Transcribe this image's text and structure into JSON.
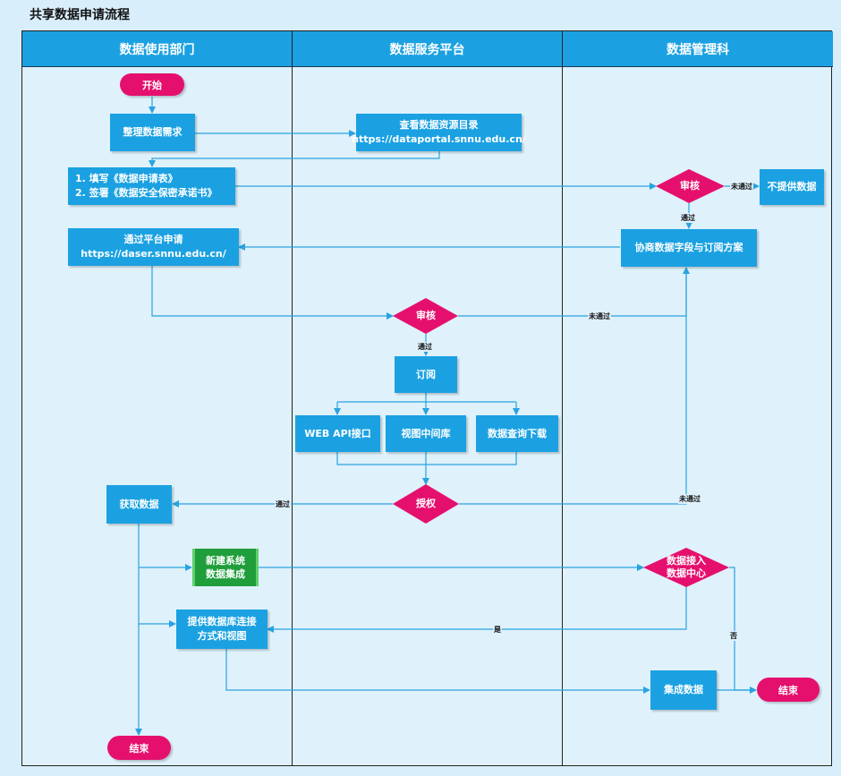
{
  "title": "共享数据申请流程",
  "lanes": [
    "数据使用部门",
    "数据服务平台",
    "数据管理科"
  ],
  "nodes": {
    "start": "开始",
    "organize": "整理数据需求",
    "catalog_line1": "查看数据资源目录",
    "catalog_line2": "https://dataportal.snnu.edu.cn/",
    "fill_line1": "1. 填写《数据申请表》",
    "fill_line2": "2. 签署《数据安全保密承诺书》",
    "review1": "审核",
    "no_provide": "不提供数据",
    "negotiate": "协商数据字段与订阅方案",
    "apply_line1": "通过平台申请",
    "apply_line2": "https://daser.snnu.edu.cn/",
    "review2": "审核",
    "subscribe": "订阅",
    "webapi": "WEB API接口",
    "viewdb": "视图中间库",
    "download": "数据查询下载",
    "authorize": "授权",
    "get_data": "获取数据",
    "new_sys_line1": "新建系统",
    "new_sys_line2": "数据集成",
    "access_line1": "数据接入",
    "access_line2": "数据中心",
    "provide_line1": "提供数据库连接",
    "provide_line2": "方式和视图",
    "integrate": "集成数据",
    "end1": "结束",
    "end2": "结束"
  },
  "edge_labels": {
    "not_passed_1": "未通过",
    "passed_1": "通过",
    "not_passed_2": "未通过",
    "passed_2": "通过",
    "passed_3": "通过",
    "not_passed_3": "未通过",
    "yes": "是",
    "no": "否"
  },
  "colors": {
    "process": "#1ba1e2",
    "terminal": "#e5106e",
    "decision": "#e5106e",
    "green": "#1f9e3b",
    "line": "#29a3e0"
  }
}
